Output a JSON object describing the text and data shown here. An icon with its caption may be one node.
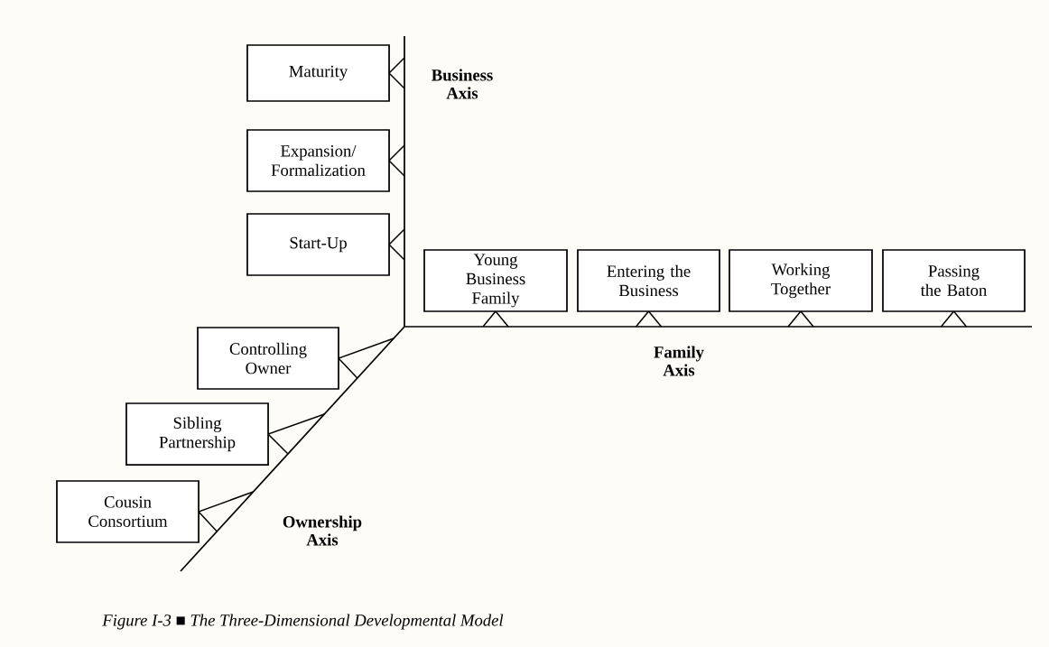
{
  "diagram": {
    "caption": "Figure I-3 ■ The Three-Dimensional Developmental Model",
    "nodes": [
      {
        "text": [
          "Maturity"
        ]
      },
      {
        "text": [
          "Expansion/ Formalization"
        ]
      },
      {
        "text": [
          "Start-Up"
        ]
      },
      {
        "text": [
          "Young Business Family"
        ]
      },
      {
        "text": [
          "Entering the Business"
        ]
      },
      {
        "text": [
          "Working Together"
        ]
      },
      {
        "text": [
          "Passing the Baton"
        ]
      },
      {
        "text": [
          "Controlling Owner"
        ]
      },
      {
        "text": [
          "Sibling Partnership"
        ]
      },
      {
        "text": [
          "Cousin Consortium"
        ]
      }
    ],
    "labels": [
      "Business Axis",
      "Family Axis",
      "Ownership Axis"
    ]
  }
}
